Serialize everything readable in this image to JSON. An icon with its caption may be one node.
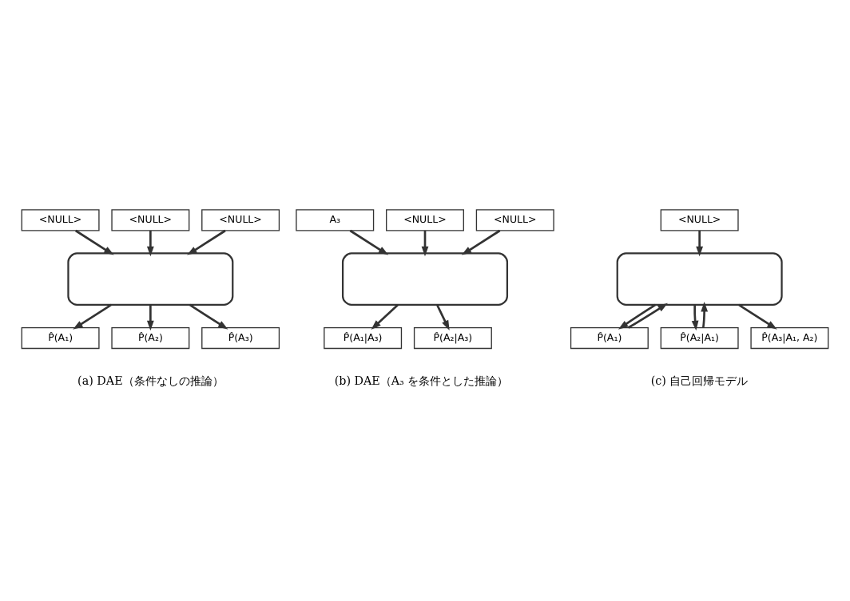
{
  "diagram": {
    "nodes": [
      {
        "text": [
          "<NULL>"
        ]
      },
      {
        "text": [
          "<NULL>"
        ]
      },
      {
        "text": [
          "<NULL>"
        ]
      },
      {
        "text": [],
        "shape": "box"
      },
      {
        "text": [
          "P̂(A₁)"
        ]
      },
      {
        "text": [
          "P̂(A₂)"
        ]
      },
      {
        "text": [
          "P̂(A₃)"
        ]
      },
      {
        "text": [
          "<NULL>"
        ]
      },
      {
        "text": [
          "<NULL>"
        ]
      },
      {
        "text": [
          "A₃"
        ]
      },
      {
        "text": [],
        "shape": "box"
      },
      {
        "text": [
          "P̂(A₁|A₃)"
        ]
      },
      {
        "text": [
          "P̂(A₂|A₃)"
        ]
      },
      {
        "text": [
          "<NULL>"
        ]
      },
      {
        "text": [],
        "shape": "box"
      },
      {
        "text": [
          "P̂(A₁)"
        ]
      },
      {
        "text": [
          "P̂(A₂|A₁)"
        ]
      },
      {
        "text": [
          "P̂(A₃|A₁, A₂)"
        ]
      }
    ],
    "edges": [
      {
        "from": 0,
        "to": 3,
        "arrow": "to"
      },
      {
        "from": 1,
        "to": 3,
        "arrow": "to"
      },
      {
        "from": 2,
        "to": 3,
        "arrow": "to"
      },
      {
        "from": 3,
        "to": 4,
        "arrow": "to"
      },
      {
        "from": 3,
        "to": 5,
        "arrow": "to"
      },
      {
        "from": 3,
        "to": 6,
        "arrow": "to"
      },
      {
        "from": 7,
        "to": 10,
        "arrow": "to"
      },
      {
        "from": 8,
        "to": 10,
        "arrow": "to"
      },
      {
        "from": 9,
        "to": 10,
        "arrow": "to"
      },
      {
        "from": 10,
        "to": 11,
        "arrow": "to"
      },
      {
        "from": 10,
        "to": 12,
        "arrow": "to"
      },
      {
        "from": 13,
        "to": 14,
        "arrow": "to"
      },
      {
        "from": 14,
        "to": 15,
        "arrow": "to"
      },
      {
        "from": 14,
        "to": 16,
        "arrow": "to"
      },
      {
        "from": 14,
        "to": 17,
        "arrow": "to"
      },
      {
        "from": 15,
        "to": 14,
        "arrow": "to"
      },
      {
        "from": 16,
        "to": 14,
        "arrow": "to"
      }
    ],
    "labels": [
      "(a) DAE（条件なしの推論）",
      "(b) DAE（A₃ を条件とした推論）",
      "(c) 自己回帰モデル"
    ]
  }
}
